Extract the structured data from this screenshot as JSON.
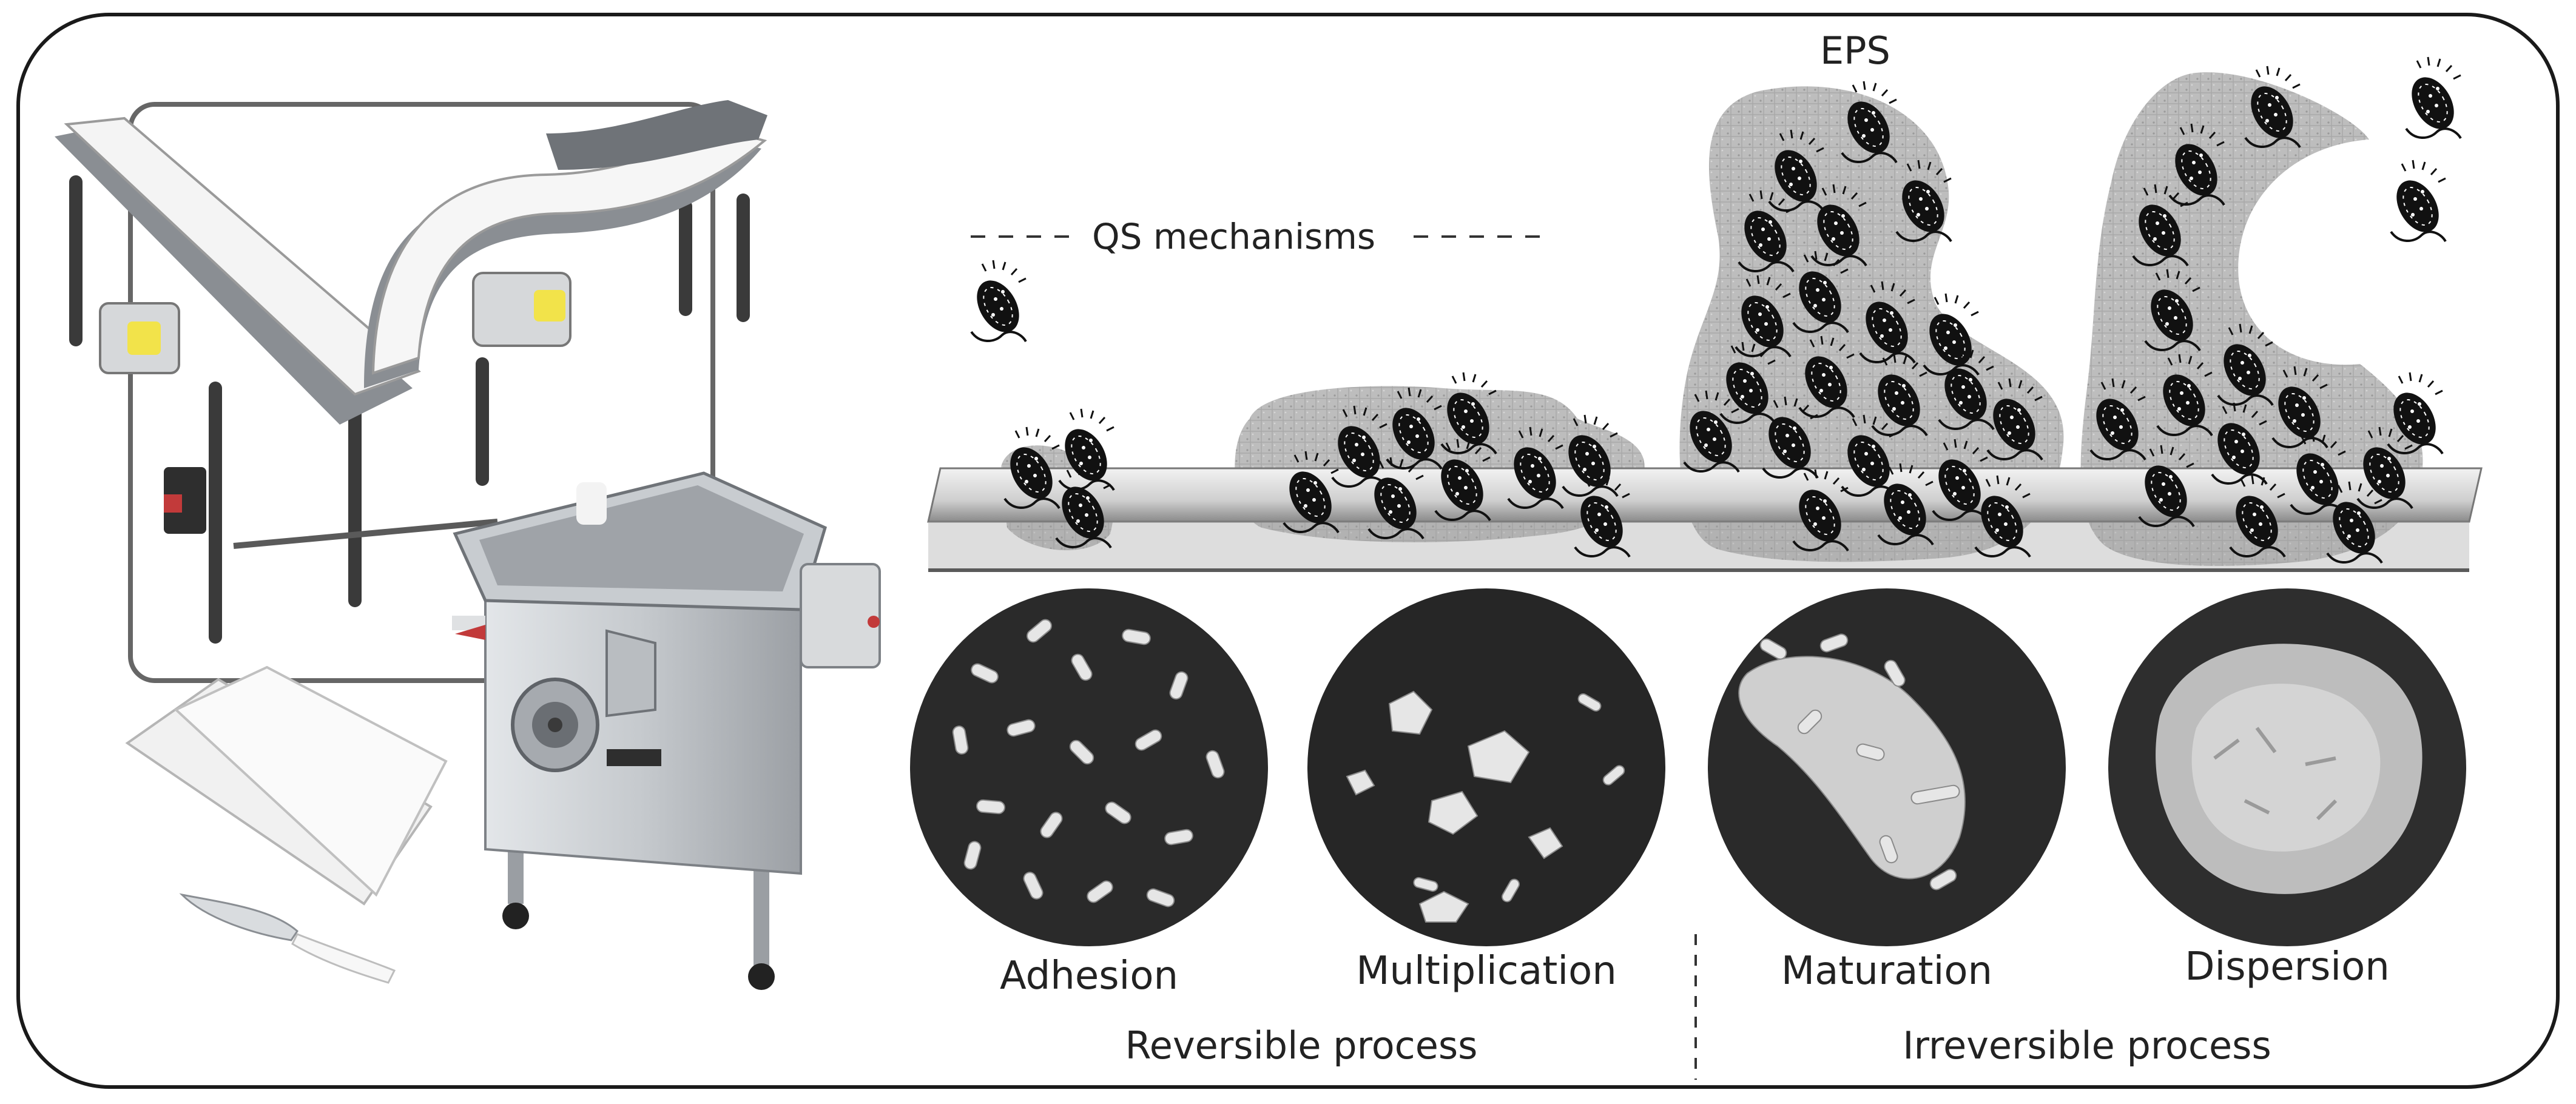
{
  "labels": {
    "eps": "EPS",
    "qs_mechanisms": "QS mechanisms"
  },
  "stages": [
    {
      "name": "Adhesion"
    },
    {
      "name": "Multiplication"
    },
    {
      "name": "Maturation"
    },
    {
      "name": "Dispersion"
    }
  ],
  "processes": {
    "reversible": "Reversible process",
    "irreversible": "Irreversible process"
  },
  "colors": {
    "frame": "#1a1a1a",
    "steel": "#c9cdd1",
    "steel_dark": "#7d8186",
    "eps_fill": "#bdbdbd",
    "bacterium": "#111111",
    "micrograph_bg": "#2a2a2a",
    "micrograph_cell": "#e6e6e6"
  },
  "icons": {
    "equipment": [
      "conveyor-belt-icon",
      "meat-grinder-icon",
      "cutting-board-icon",
      "knife-icon"
    ],
    "organism": "bacterium-icon"
  }
}
